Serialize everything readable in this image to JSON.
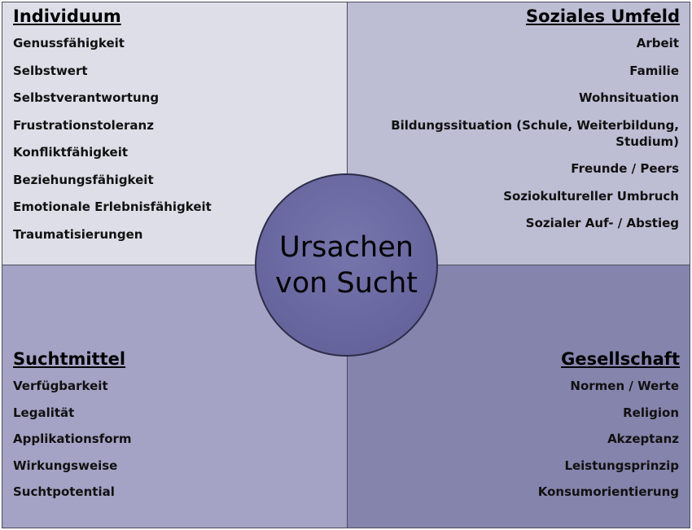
{
  "center": {
    "line1": "Ursachen",
    "line2": "von Sucht"
  },
  "quadrants": {
    "top_left": {
      "title": "Individuum",
      "items": [
        "Genussfähigkeit",
        "Selbstwert",
        "Selbstverantwortung",
        "Frustrationstoleranz",
        "Konfliktfähigkeit",
        "Beziehungsfähigkeit",
        "Emotionale Erlebnisfähigkeit",
        "Traumatisierungen"
      ]
    },
    "top_right": {
      "title": "Soziales Umfeld",
      "items": [
        "Arbeit",
        "Familie",
        "Wohnsituation",
        "Bildungssituation (Schule, Weiterbildung, Studium)",
        "Freunde / Peers",
        "Soziokultureller Umbruch",
        "Sozialer Auf- / Abstieg"
      ]
    },
    "bottom_left": {
      "title": "Suchtmittel",
      "items": [
        "Verfügbarkeit",
        "Legalität",
        "Applikationsform",
        "Wirkungsweise",
        "Suchtpotential"
      ]
    },
    "bottom_right": {
      "title": "Gesellschaft",
      "items": [
        "Normen / Werte",
        "Religion",
        "Akzeptanz",
        "Leistungsprinzip",
        "Konsumorientierung"
      ]
    }
  },
  "colors": {
    "top_left": "#dedee9",
    "top_right": "#bdbdd4",
    "bottom_left": "#a4a3c5",
    "bottom_right": "#8584ad",
    "circle": "#6a68a0"
  }
}
